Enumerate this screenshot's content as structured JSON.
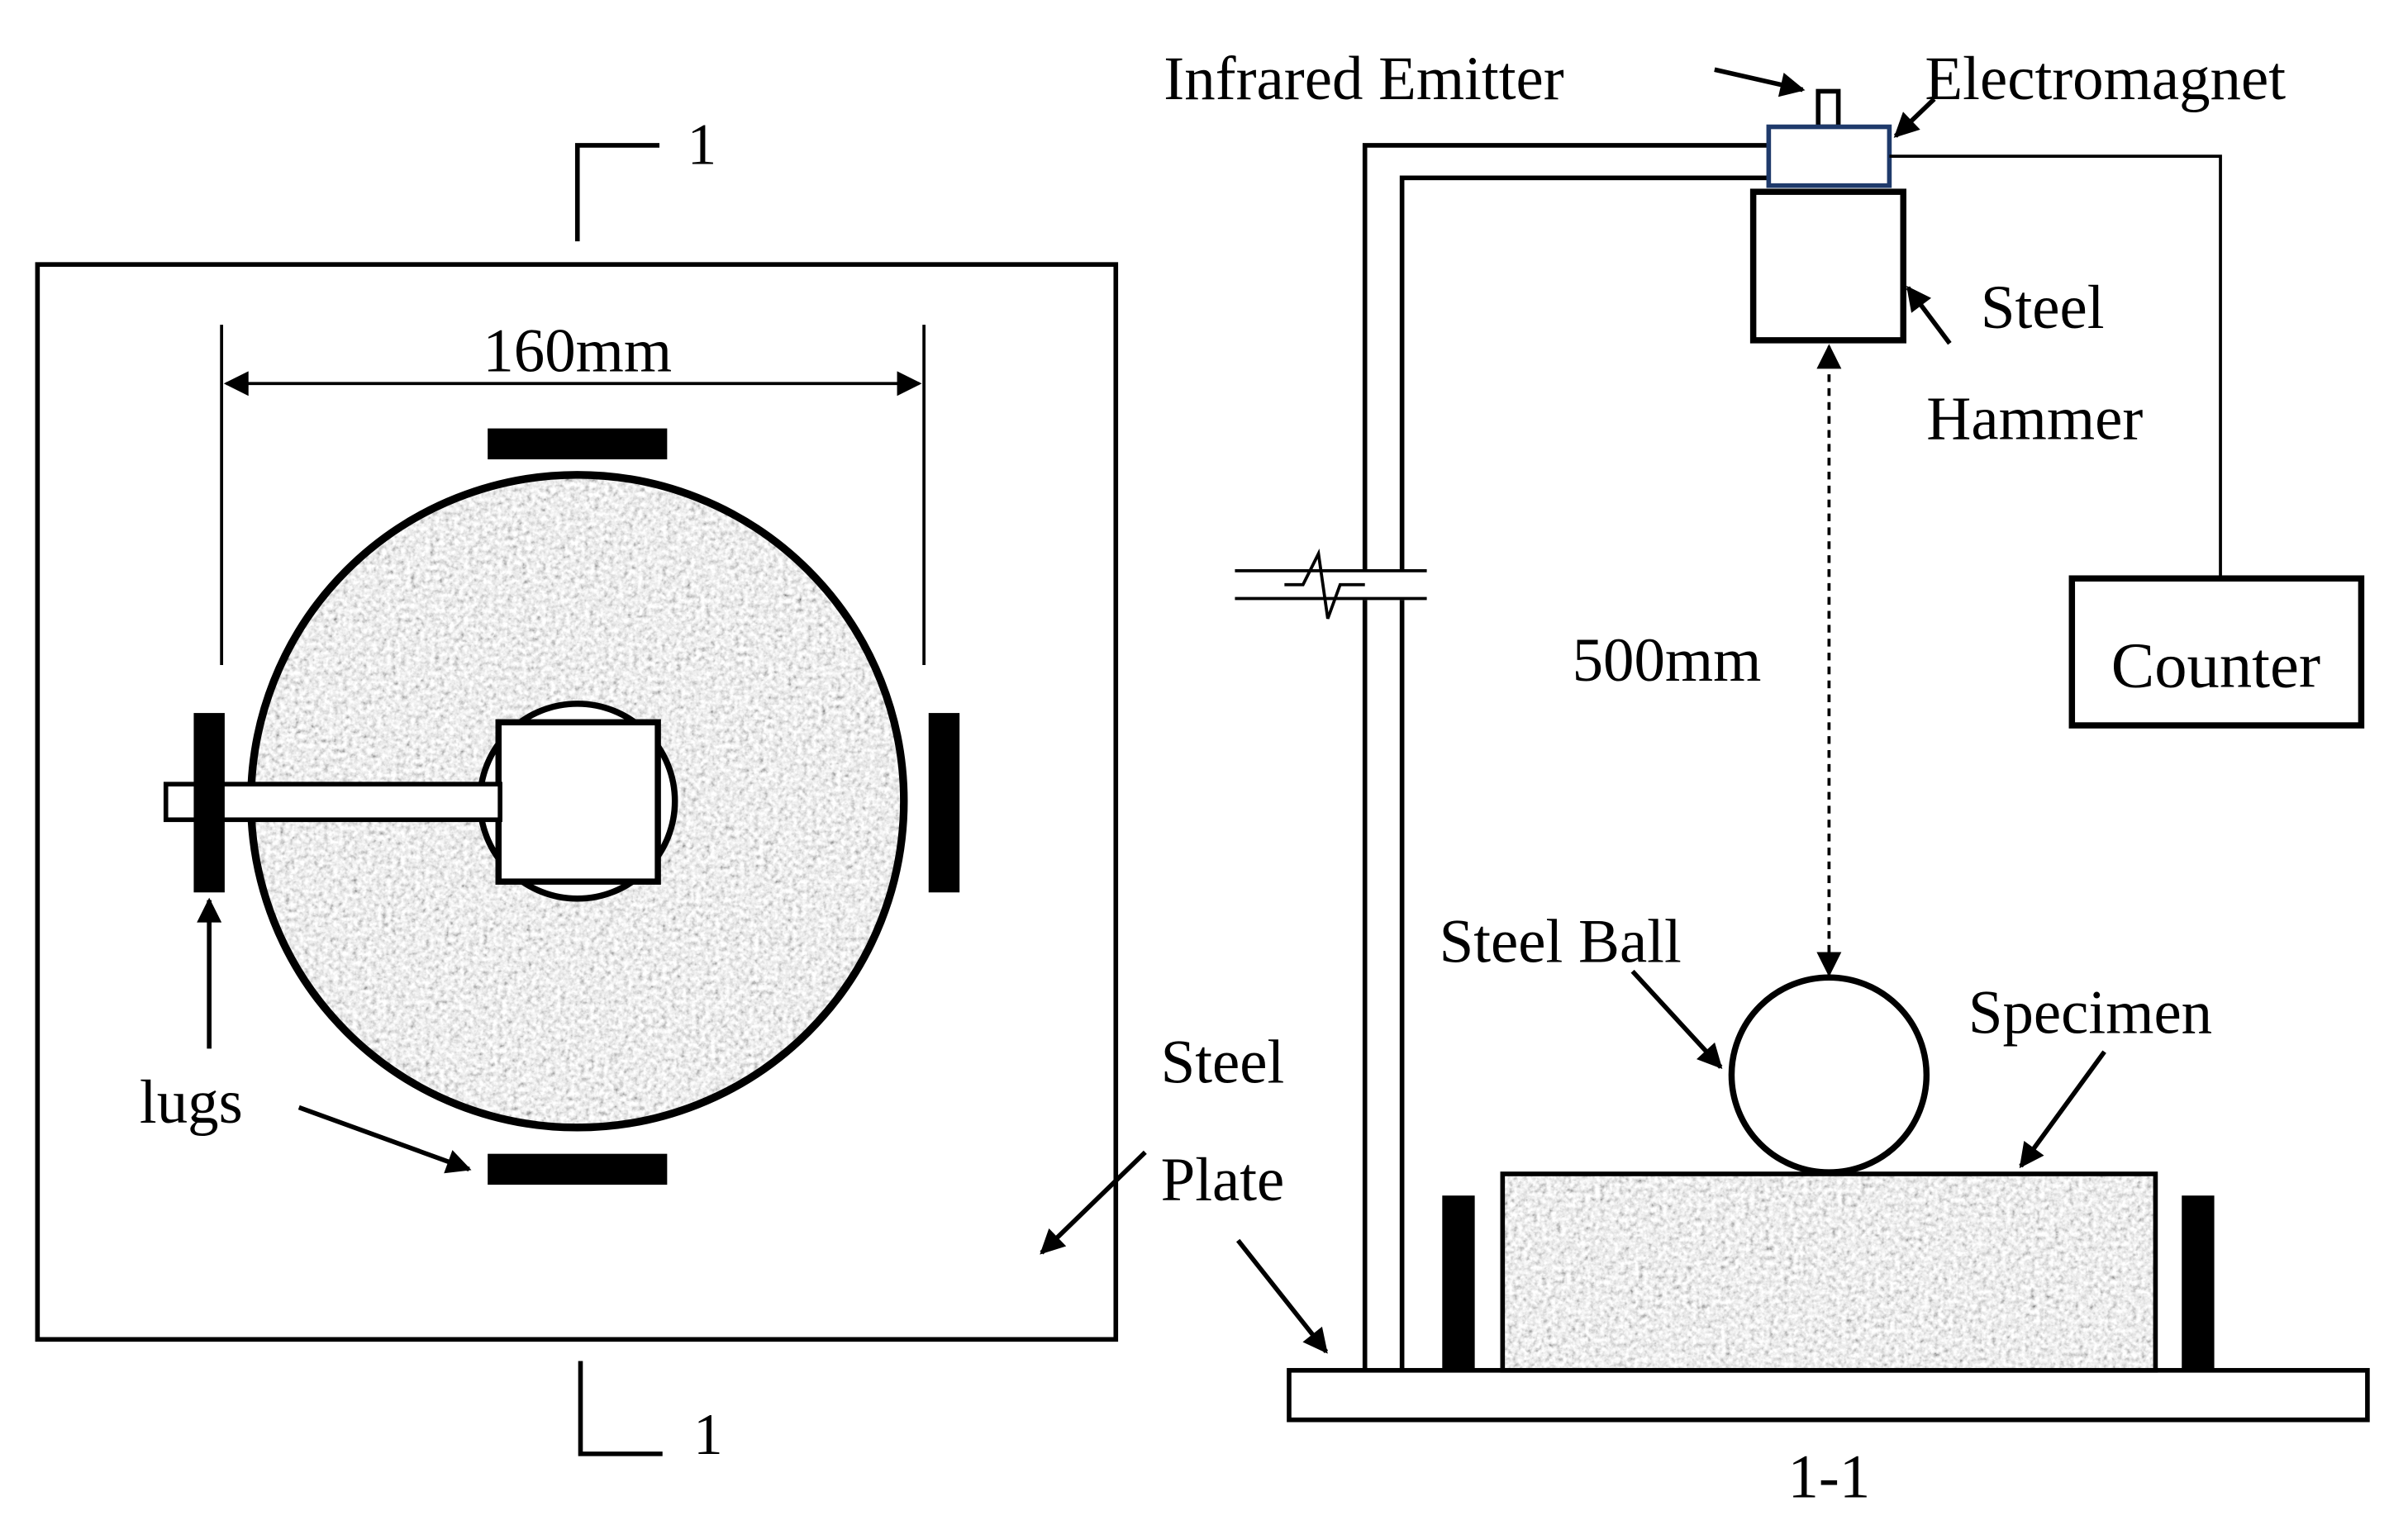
{
  "labels": {
    "section_mark_top": "1",
    "section_mark_bottom": "1",
    "dimension_160": "160mm",
    "lugs": "lugs",
    "steel_plate_line1": "Steel",
    "steel_plate_line2": "Plate",
    "infrared_emitter": "Infrared Emitter",
    "electromagnet": "Electromagnet",
    "steel_hammer_line1": "Steel",
    "steel_hammer_line2": "Hammer",
    "counter": "Counter",
    "drop_height": "500mm",
    "steel_ball": "Steel Ball",
    "specimen": "Specimen",
    "section_title": "1-1"
  },
  "colors": {
    "line": "#000000",
    "electromagnet_outline": "#1f3a6b",
    "concrete_light": "#e2e2e2",
    "concrete_dark": "#5a5a5a"
  }
}
